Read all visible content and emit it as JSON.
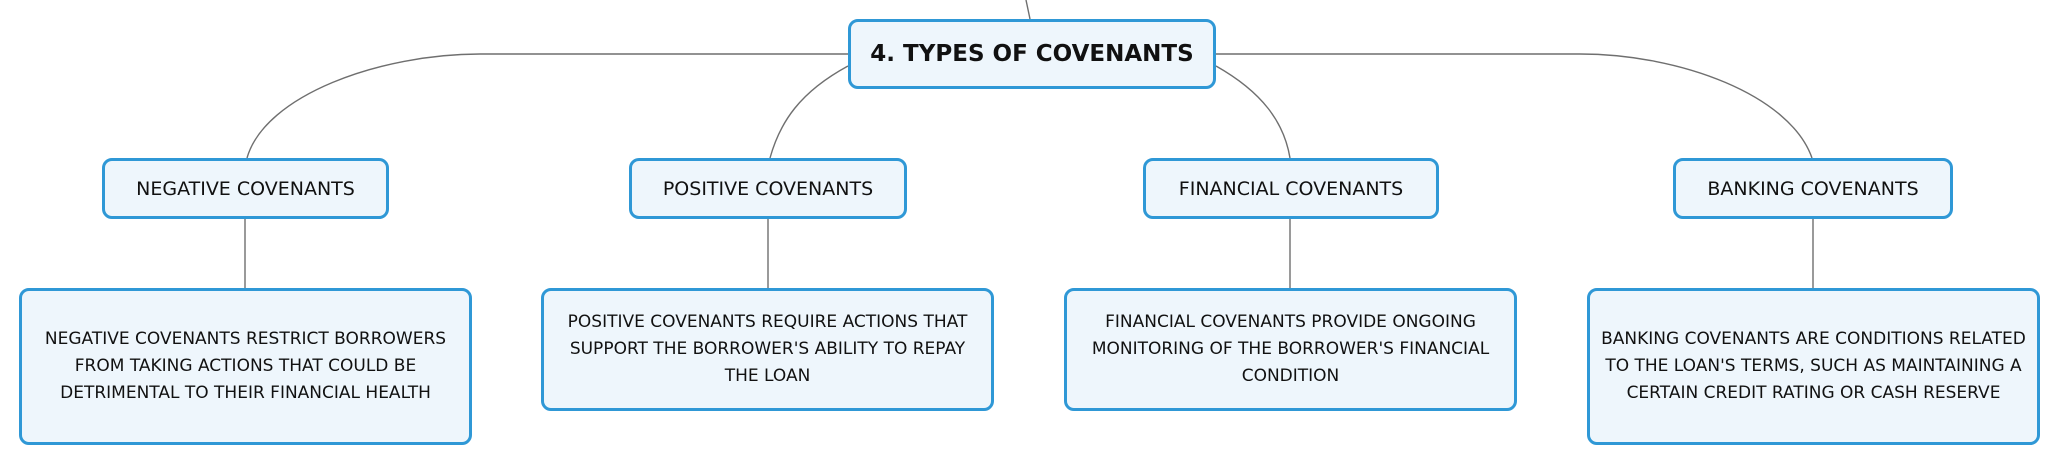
{
  "root": {
    "label": "4. TYPES OF COVENANTS"
  },
  "categories": [
    {
      "label": "NEGATIVE COVENANTS",
      "description": "NEGATIVE COVENANTS RESTRICT BORROWERS FROM TAKING ACTIONS THAT COULD BE DETRIMENTAL TO THEIR FINANCIAL HEALTH"
    },
    {
      "label": "POSITIVE COVENANTS",
      "description": "POSITIVE COVENANTS REQUIRE ACTIONS THAT SUPPORT THE BORROWER'S ABILITY TO REPAY THE LOAN"
    },
    {
      "label": "FINANCIAL COVENANTS",
      "description": "FINANCIAL COVENANTS PROVIDE ONGOING MONITORING OF THE BORROWER'S FINANCIAL CONDITION"
    },
    {
      "label": "BANKING COVENANTS",
      "description": "BANKING COVENANTS ARE CONDITIONS RELATED TO THE LOAN'S TERMS, SUCH AS MAINTAINING A CERTAIN CREDIT RATING OR CASH RESERVE"
    }
  ],
  "colors": {
    "node_border": "#2f98d6",
    "node_fill": "#eef6fc",
    "connector": "#6f6f6f",
    "text": "#111111"
  }
}
